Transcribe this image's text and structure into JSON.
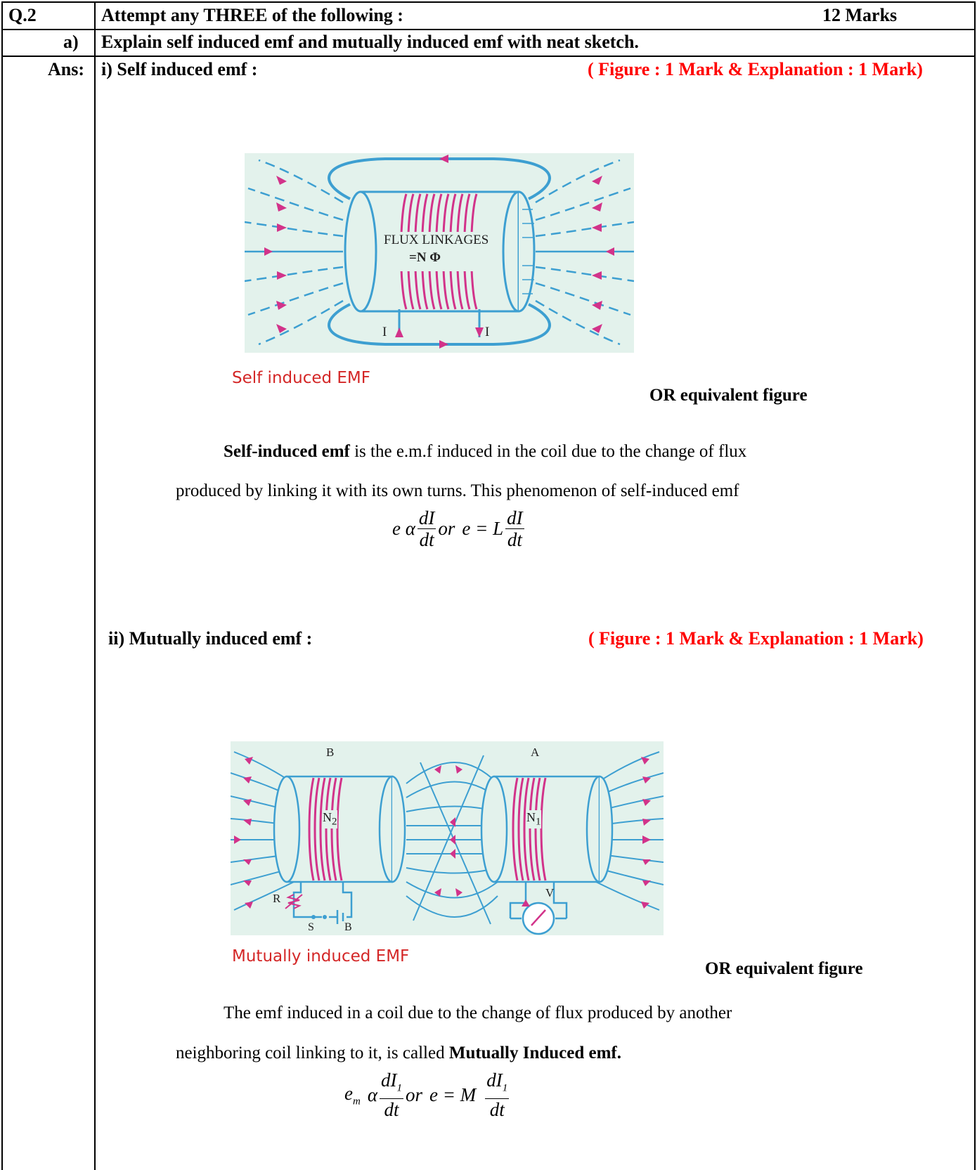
{
  "header": {
    "q_no": "Q.2",
    "instruction": "Attempt any THREE of the following :",
    "marks": "12 Marks"
  },
  "question": {
    "label": "a)",
    "text": "Explain self induced emf and mutually induced emf with neat sketch."
  },
  "answer": {
    "label": "Ans:",
    "part1": {
      "heading": "i) Self induced emf :",
      "marks_note": "( Figure : 1 Mark & Explanation : 1 Mark)",
      "figure_text_line1": "FLUX LINKAGES",
      "figure_text_line2": "=N Φ",
      "current_left": "I",
      "current_right": "I",
      "caption": "Self induced EMF",
      "or_note": "OR equivalent figure",
      "para_bold": "Self-induced emf",
      "para_rest1": " is the e.m.f induced in the coil due to the change of flux",
      "para_line2": "produced by linking it with its own turns. This phenomenon of self-induced emf",
      "formula": {
        "lhs": "e α",
        "frac_num": "dI",
        "frac_den": "dt",
        "or": "or",
        "rhs_start": "e = L",
        "frac2_num": "dI",
        "frac2_den": "dt"
      }
    },
    "part2": {
      "heading": "ii) Mutually induced emf :",
      "marks_note": "( Figure : 1 Mark & Explanation : 1 Mark)",
      "label_B": "B",
      "label_A": "A",
      "label_N2": "N",
      "label_N1": "N",
      "label_R": "R",
      "label_S": "S",
      "label_Bat": "B",
      "label_V": "V",
      "caption": "Mutually induced EMF",
      "or_note": "OR equivalent figure",
      "para_line1": "The emf induced in a coil due to the change of flux produced by another",
      "para_line2_start": "neighboring coil linking to it, is called ",
      "para_line2_bold": "Mutually Induced emf.",
      "formula": {
        "lhs": "e",
        "lhs_sub": "m",
        "alpha": "α",
        "frac_num": "dI",
        "frac_num_sub": "1",
        "frac_den": "dt",
        "or": "or",
        "rhs_start": "e = M",
        "frac2_num": "dI",
        "frac2_num_sub": "1",
        "frac2_den": "dt"
      }
    }
  },
  "colors": {
    "red_text": "#ff0000",
    "caption_red": "#d42727",
    "figure_bg": "#e3f2ec",
    "field_line": "#3d9fd1",
    "coil": "#d2338a"
  }
}
